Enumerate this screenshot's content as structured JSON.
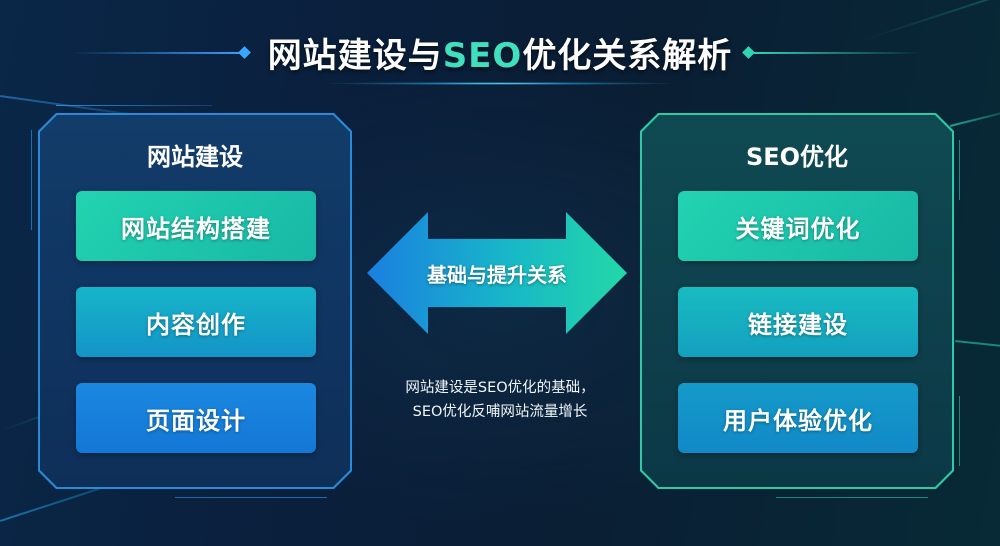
{
  "title": {
    "prefix": "网站建设与",
    "accent": "SEO",
    "suffix": "优化关系解析"
  },
  "colors": {
    "background": "#0a1f3c",
    "title_accent": "#3fe0c0",
    "left_frame": "#2a8ad8",
    "right_frame": "#2ec9a6",
    "btn_green": "#22d3b0",
    "btn_cyan": "#16b5c8",
    "btn_blue": "#1a88e0"
  },
  "left_panel": {
    "title": "网站建设",
    "items": [
      {
        "label": "网站结构搭建"
      },
      {
        "label": "内容创作"
      },
      {
        "label": "页面设计"
      }
    ]
  },
  "right_panel": {
    "title": "SEO优化",
    "items": [
      {
        "label": "关键词优化"
      },
      {
        "label": "链接建设"
      },
      {
        "label": "用户体验优化"
      }
    ]
  },
  "center": {
    "arrow_icon": "double-arrow-icon",
    "arrow_label": "基础与提升关系",
    "caption_line1": "网站建设是SEO优化的基础，",
    "caption_line2": "SEO优化反哺网站流量增长"
  }
}
